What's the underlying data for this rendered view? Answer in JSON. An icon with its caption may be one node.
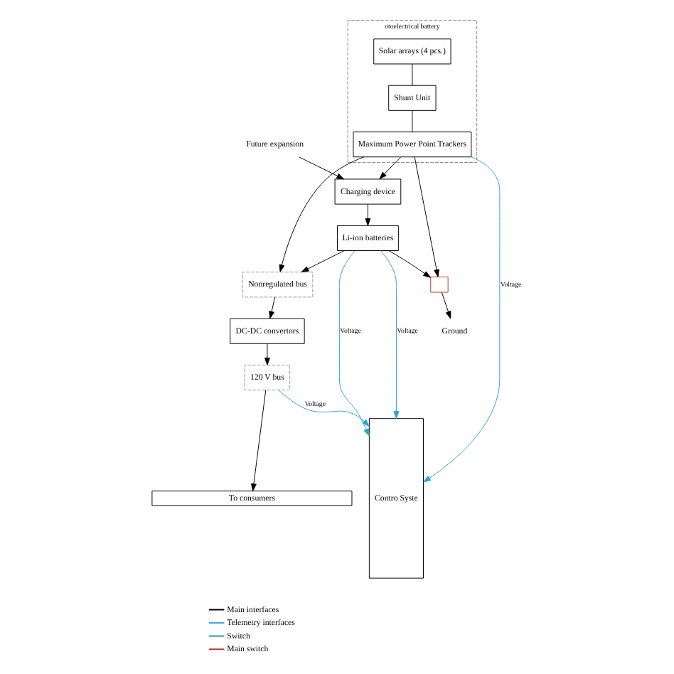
{
  "diagram": {
    "nodes": [
      {
        "text": [
          "otoelectrical battery"
        ]
      },
      {
        "text": [
          "Solar arrays (4 pcs.)"
        ],
        "in": 0
      },
      {
        "text": [
          "Shunt Unit"
        ],
        "in": 0
      },
      {
        "text": [
          "Maximum Power Point Trackers"
        ],
        "in": 0
      },
      {
        "text": [
          "Future expansion"
        ]
      },
      {
        "text": [
          "Charging device"
        ]
      },
      {
        "text": [
          "Li-ion batteries"
        ]
      },
      {
        "text": [
          "Nonregulated bus"
        ]
      },
      {
        "text": [
          "DC-DC convertors"
        ]
      },
      {
        "text": [
          "120 V bus"
        ]
      },
      {
        "text": [
          "To consumers"
        ]
      },
      {
        "text": [
          "Contro Syste"
        ]
      },
      {
        "text": [],
        "shape": "switch"
      },
      {
        "text": [
          "Ground"
        ]
      }
    ],
    "edges": [
      {
        "from": 1,
        "to": 2,
        "arrow": "none"
      },
      {
        "from": 2,
        "to": 3,
        "arrow": "none"
      },
      {
        "from": 4,
        "to": 5,
        "arrow": "to"
      },
      {
        "from": 3,
        "to": 11,
        "arrow": "to",
        "label": "Voltage",
        "color": "#29a3d6"
      },
      {
        "from": 3,
        "to": 5,
        "arrow": "to"
      },
      {
        "from": 3,
        "to": 7,
        "arrow": "to"
      },
      {
        "from": 5,
        "to": 6,
        "arrow": "to"
      },
      {
        "from": 6,
        "to": 7,
        "arrow": "to"
      },
      {
        "from": 6,
        "to": 11,
        "arrow": "to",
        "label": "Voltage",
        "color": "#29a3d6"
      },
      {
        "from": 6,
        "to": 11,
        "arrow": "to",
        "label": "Voltage",
        "color": "#29a3d6"
      },
      {
        "from": 6,
        "to": 12,
        "arrow": "to"
      },
      {
        "from": 3,
        "to": 12,
        "arrow": "to"
      },
      {
        "from": 12,
        "to": 13,
        "arrow": "to"
      },
      {
        "from": 7,
        "to": 8,
        "arrow": "to"
      },
      {
        "from": 8,
        "to": 9,
        "arrow": "to"
      },
      {
        "from": 9,
        "to": 10,
        "arrow": "to"
      },
      {
        "from": 9,
        "to": 11,
        "arrow": "to",
        "label": "Voltage",
        "color": "#29a3d6"
      }
    ],
    "legend": [
      {
        "text": "Main interfaces"
      },
      {
        "text": "Telemetry interfaces"
      },
      {
        "text": "Switch"
      },
      {
        "text": "Main switch"
      }
    ]
  }
}
